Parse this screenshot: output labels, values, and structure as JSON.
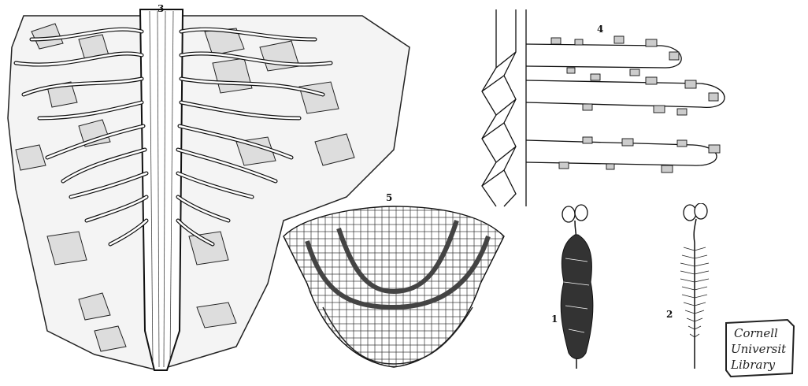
{
  "figures": {
    "fig3": {
      "number": "3"
    },
    "fig4": {
      "number": "4"
    },
    "fig5": {
      "number": "5"
    },
    "fig1": {
      "number": "1"
    },
    "fig2": {
      "number": "2"
    }
  },
  "library_stamp": {
    "lines": [
      "Cornell",
      "Universit",
      "Library"
    ]
  }
}
